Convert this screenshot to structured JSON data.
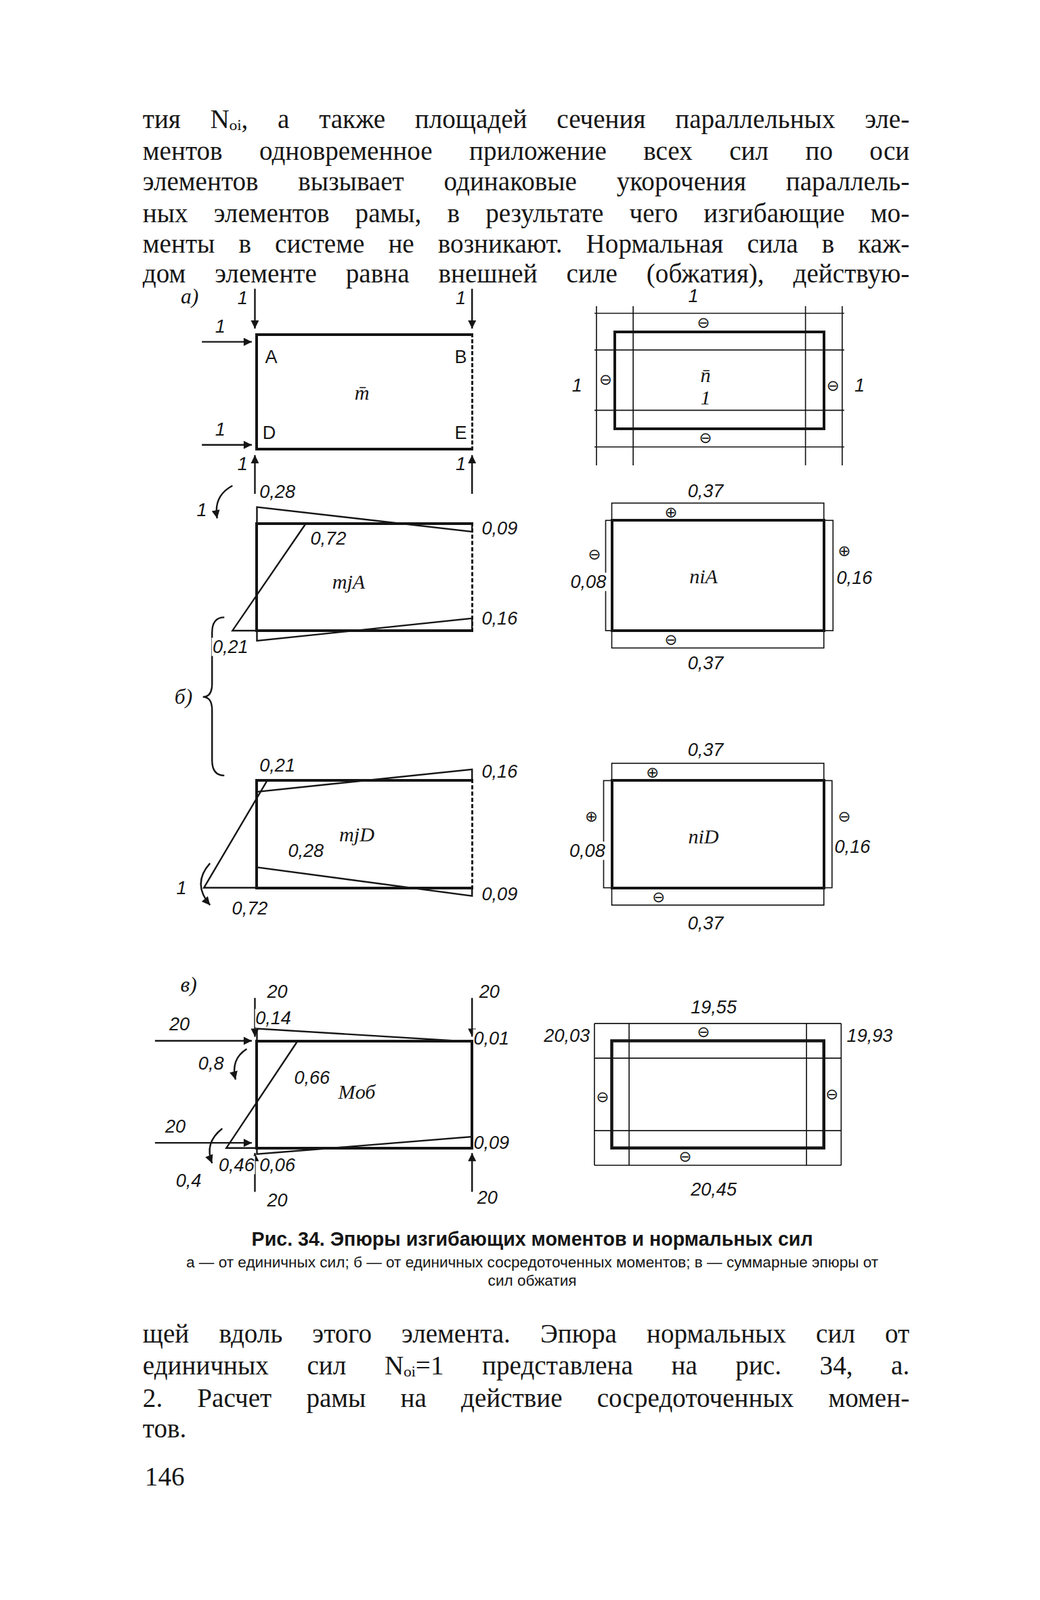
{
  "diagram": {
    "caption": "Рис. 34. Эпюры изгибающих моментов и нормальных сил",
    "nodes": [
      {
        "text": [
          "A",
          "B",
          "m̄",
          "D",
          "E"
        ]
      },
      {
        "text": [
          "n̄",
          "1"
        ]
      },
      {
        "text": [
          "mjA"
        ]
      },
      {
        "text": [
          "niA"
        ]
      },
      {
        "text": [
          "mjD"
        ]
      },
      {
        "text": [
          "niD"
        ]
      },
      {
        "text": [
          "Mоб"
        ]
      }
    ],
    "labels": [
      "тия Nₒᵢ, а также площадей сечения параллельных эле-",
      "ментов одновременное приложение всех сил по оси",
      "элементов вызывает одинаковые укорочения параллель-",
      "ных элементов рамы, в результате чего изгибающие мо-",
      "менты в системе не возникают. Нормальная сила в каж-",
      "дом элементе равна внешней силе (обжатия), действую-",
      "а)",
      "1",
      "1",
      "1",
      "1",
      "1",
      "1",
      "1",
      "⊖",
      "1",
      "⊖",
      "⊖",
      "1",
      "⊖",
      "1",
      "0,28",
      "0,72",
      "0,09",
      "0,21",
      "0,16",
      "б)",
      "0,37",
      "⊕",
      "⊖",
      "0,08",
      "⊕",
      "0,16",
      "⊖",
      "0,37",
      "0,21",
      "0,16",
      "0,28",
      "0,09",
      "1",
      "0,72",
      "0,37",
      "⊕",
      "⊕",
      "0,08",
      "⊖",
      "0,16",
      "⊖",
      "0,37",
      "в)",
      "20",
      "20",
      "20",
      "0,8",
      "0,14",
      "0,01",
      "0,66",
      "20",
      "0,09",
      "0,4",
      "0,46",
      "0,06",
      "20",
      "20",
      "19,55",
      "⊖",
      "20,03",
      "19,93",
      "⊖",
      "⊖",
      "⊖",
      "20,45",
      "а — от единичных сил; б — от единичных сосредоточенных моментов; в — суммарные эпюры от сил обжатия",
      "щей вдоль этого элемента. Эпюра нормальных сил от",
      "единичных сил Nₒᵢ=1 представлена на рис. 34, а.",
      "2. Расчет рамы на действие сосредоточенных момен-",
      "тов.",
      "146"
    ]
  }
}
